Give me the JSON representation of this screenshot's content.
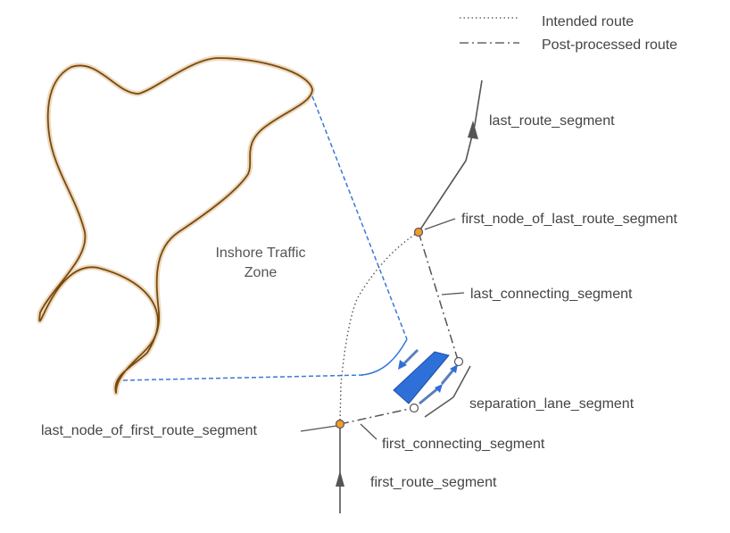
{
  "legend": {
    "intended_route": "Intended route",
    "post_processed_route": "Post-processed route"
  },
  "zone": {
    "line1": "Inshore Traffic",
    "line2": "Zone"
  },
  "labels": {
    "last_route_segment": "last_route_segment",
    "first_node_of_last_route_segment": "first_node_of_last_route_segment",
    "last_connecting_segment": "last_connecting_segment",
    "separation_lane_segment": "separation_lane_segment",
    "last_node_of_first_route_segment": "last_node_of_first_route_segment",
    "first_connecting_segment": "first_connecting_segment",
    "first_route_segment": "first_route_segment"
  },
  "colors": {
    "text": "#444444",
    "route_line": "#555555",
    "zone_outline": "#7a4a0a",
    "zone_glow": "#e8d6bf",
    "blue": "#2f6fd8",
    "blue_dashed": "#3a78d8",
    "node_orange": "#f39c2c"
  }
}
